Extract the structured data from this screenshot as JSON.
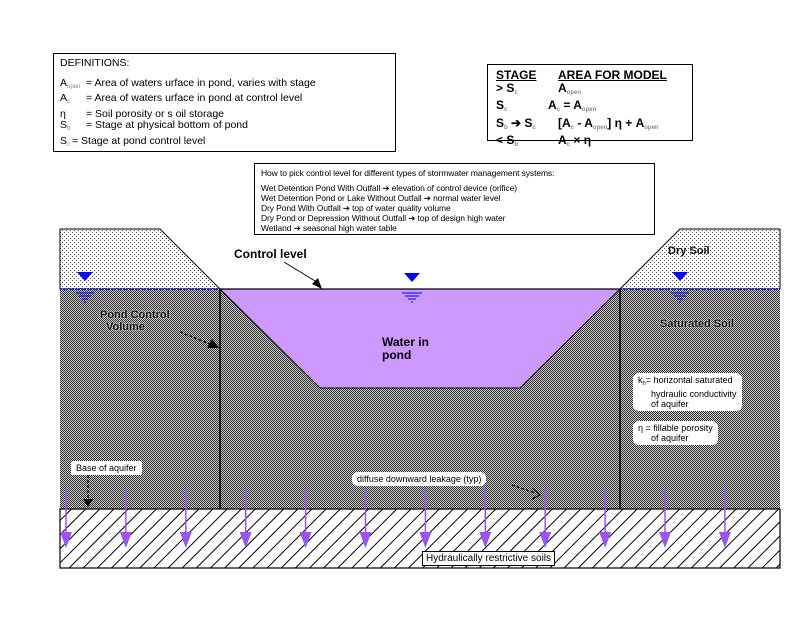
{
  "definitions": {
    "title": "DEFINITIONS:",
    "items": [
      {
        "symbol": "A",
        "sub": "open",
        "text": "= Area of waters urface in pond, varies with stage"
      },
      {
        "symbol": "A",
        "sub": "c",
        "text": "= Area of waters urface in pond at control level"
      },
      {
        "symbol": "η",
        "sub": "",
        "text": "= Soil porosity or s oil storage"
      },
      {
        "symbol": "S",
        "sub": "b",
        "text": "= Stage at physical bottom of pond"
      },
      {
        "symbol": "S",
        "sub": "c",
        "text": "= Stage at pond control level"
      }
    ]
  },
  "stage_table": {
    "header_stage": "STAGE",
    "header_area": "AREA FOR MODEL",
    "rows": [
      {
        "stage": "> S",
        "stage_sub": "c",
        "area": "A",
        "area_sub": "open",
        "area_rest": ""
      },
      {
        "stage": "S",
        "stage_sub": "c",
        "area": "A",
        "area_sub": "c",
        "area_rest": " = A",
        "area_rest_sub": "open"
      },
      {
        "stage": "S",
        "stage_sub": "b",
        "stage_rest": " ➔ S",
        "stage_rest_sub": "c",
        "area": "[A",
        "area_sub": "c",
        "area_rest": " - A",
        "area_rest_sub": "open",
        "area_tail": "] η + A",
        "area_tail_sub": "open"
      },
      {
        "stage": "< S",
        "stage_sub": "b",
        "area": "A",
        "area_sub": "c",
        "area_rest": " × η"
      }
    ]
  },
  "control_guide": {
    "intro": "How to pick control level for different types of stormwater management systems:",
    "items": [
      "Wet Detention Pond With Outfall ➔ elevation of control device (orifice)",
      "Wet Detention Pond or Lake Without Outfall ➔ normal water level",
      "Dry Pond With Outfall ➔ top of water quality volume",
      "Dry Pond or Depression Without Outfall ➔ top of design high water",
      "Wetland ➔ seasonal high water table"
    ]
  },
  "labels": {
    "control_level": "Control level",
    "dry_soil": "Dry Soil",
    "saturated_soil": "Saturated Soil",
    "pond_control_volume_1": "Pond Control",
    "pond_control_volume_2": "Volume",
    "water_in_pond_1": "Water in",
    "water_in_pond_2": "pond",
    "kh_line1": "k",
    "kh_sub": "h",
    "kh_line1_rest": "= horizontal saturated",
    "kh_line2": "hydraulic conductivity",
    "kh_line3": "of aquifer",
    "eta_line1": "η = fillable porosity",
    "eta_line2": "of aquifer",
    "base_of_aquifer": "Base of aquifer",
    "diffuse_leakage": "diffuse downward leakage (typ)",
    "restrictive_soils": "Hydraulically restrictive soils"
  },
  "colors": {
    "water": "#cc99ff",
    "water_table_marker": "#0000ff",
    "leakage_arrow": "#9955ee",
    "saturated_soil": "#808080"
  },
  "leakage_arrow_count": 12
}
